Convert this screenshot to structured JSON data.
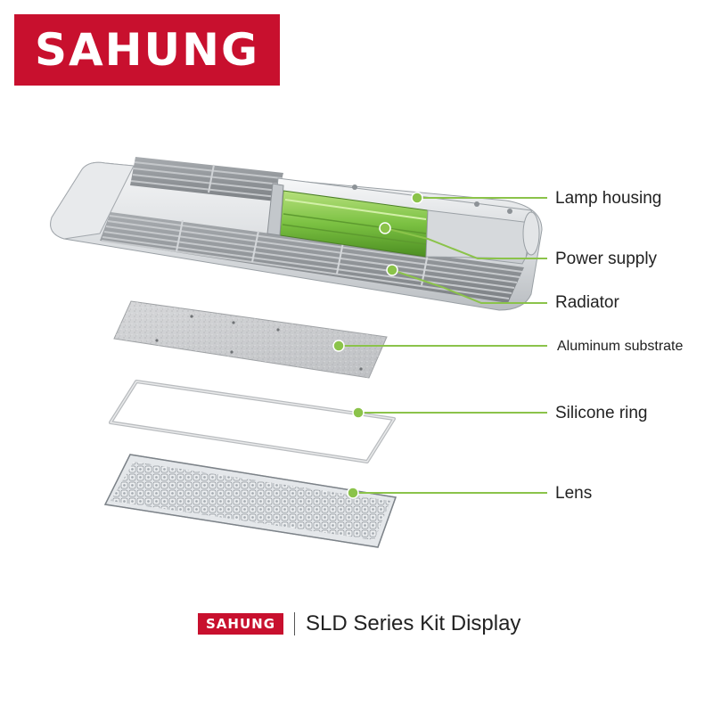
{
  "brand": {
    "name": "SAHUNG",
    "color": "#c8102e"
  },
  "accent_color": "#8bc34a",
  "components": [
    {
      "id": "lamp-housing",
      "label": "Lamp housing"
    },
    {
      "id": "power-supply",
      "label": "Power supply"
    },
    {
      "id": "radiator",
      "label": "Radiator"
    },
    {
      "id": "aluminum-substrate",
      "label": "Aluminum substrate"
    },
    {
      "id": "silicone-ring",
      "label": "Silicone ring"
    },
    {
      "id": "lens",
      "label": "Lens"
    }
  ],
  "footer": {
    "brand": "SAHUNG",
    "title": "SLD Series Kit Display"
  }
}
